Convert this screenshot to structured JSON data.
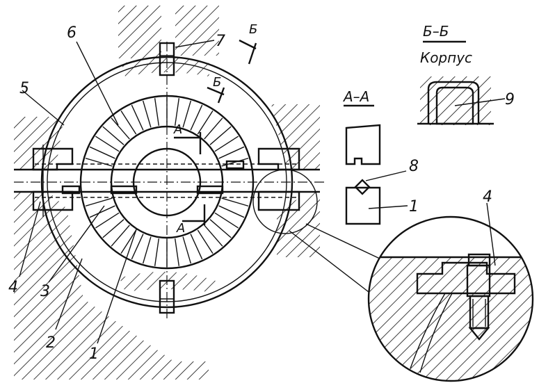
{
  "labels": {
    "n1": "1",
    "n2": "2",
    "n3": "3",
    "n4_left": "4",
    "n4_detail": "4",
    "n5": "5",
    "n6": "6",
    "n7": "7",
    "n8": "8",
    "n9": "9",
    "sec_A_left_top": "A",
    "sec_A_left_bottom": "A",
    "sec_B_top": "Б",
    "sec_B_mid": "Б"
  },
  "sections": {
    "bb_title": "Б–Б",
    "bb_subtitle": "Корпус",
    "aa_title": "А–А"
  }
}
